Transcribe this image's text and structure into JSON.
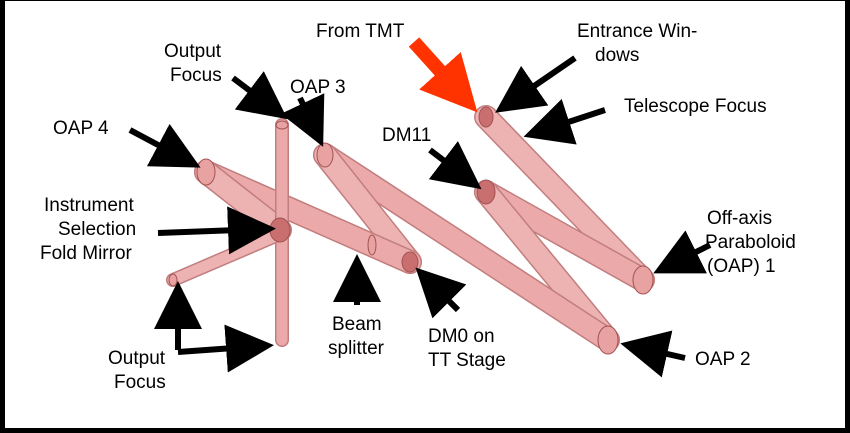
{
  "colors": {
    "background": "#ffffff",
    "frame": "#000000",
    "beam_fill": "#e89b9b",
    "beam_stroke": "#b86868",
    "arrow": "#000000",
    "highlight_arrow": "#ff3300"
  },
  "labels": {
    "from_tmt": "From TMT",
    "entrance_line1": "Entrance Win-",
    "entrance_line2": "dows",
    "telescope_focus": "Telescope Focus",
    "output_focus_top_line1": "Output",
    "output_focus_top_line2": "Focus",
    "oap3": "OAP 3",
    "oap4": "OAP 4",
    "dm11": "DM11",
    "instrument_line1": "Instrument",
    "instrument_line2": "Selection",
    "instrument_line3": "Fold Mirror",
    "offaxis_line1": "Off-axis",
    "offaxis_line2": "Paraboloid",
    "offaxis_line3": "(OAP) 1",
    "beam_line1": "Beam",
    "beam_line2": "splitter",
    "dm0_line1": "DM0 on",
    "dm0_line2": "TT Stage",
    "oap2": "OAP 2",
    "output_focus_bottom_line1": "Output",
    "output_focus_bottom_line2": "Focus"
  }
}
